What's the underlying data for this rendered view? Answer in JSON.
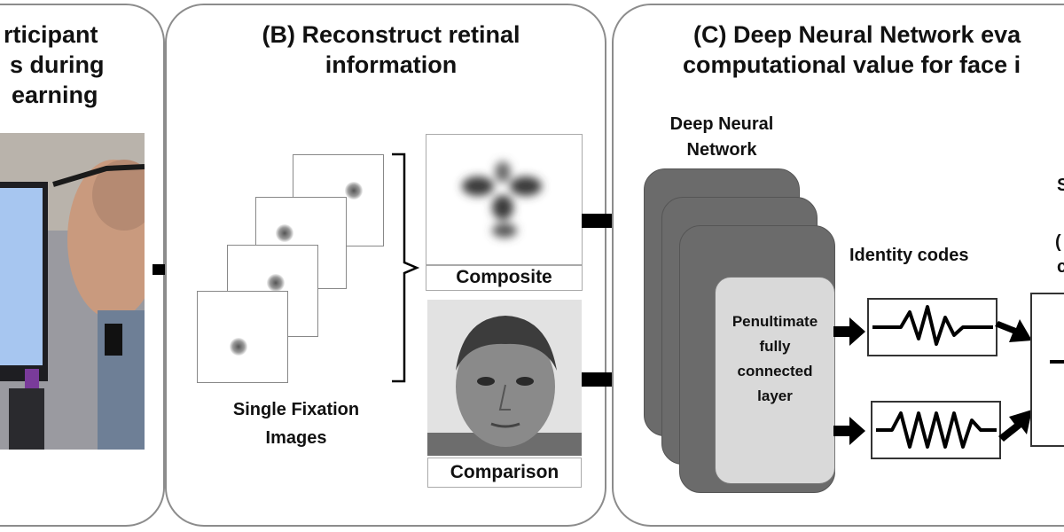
{
  "panel_a": {
    "title_line1": "rticipant",
    "title_line2": "s during",
    "title_line3": "earning"
  },
  "panel_b": {
    "title_line1": "(B) Reconstruct retinal",
    "title_line2": "information",
    "fixations_label_line1": "Single Fixation",
    "fixations_label_line2": "Images",
    "composite_label": "Composite",
    "comparison_label": "Comparison"
  },
  "panel_c": {
    "title_line1": "(C) Deep Neural Network eva",
    "title_line2": "computational value for face i",
    "dnn_label_line1": "Deep Neural",
    "dnn_label_line2": "Network",
    "layer_label_line1": "Penultimate",
    "layer_label_line2": "fully",
    "layer_label_line3": "connected",
    "layer_label_line4": "layer",
    "identity_codes_label": "Identity codes",
    "cut_label_1": "S",
    "cut_label_2": "(",
    "cut_label_3": "c"
  },
  "colors": {
    "panel_border": "#8c8c8c",
    "dnn_dark": "#6b6b6b",
    "dnn_light": "#d9d9d9",
    "arrow": "#000000",
    "screen_blue": "#a7c6f0"
  }
}
